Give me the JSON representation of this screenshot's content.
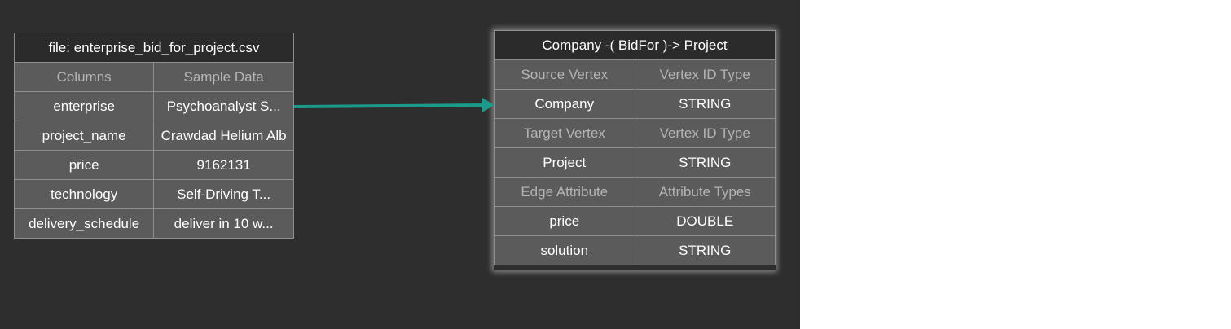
{
  "file_table": {
    "title": "file: enterprise_bid_for_project.csv",
    "headers": [
      "Columns",
      "Sample Data"
    ],
    "rows": [
      [
        "enterprise",
        "Psychoanalyst S..."
      ],
      [
        "project_name",
        "Crawdad Helium Alb"
      ],
      [
        "price",
        "9162131"
      ],
      [
        "technology",
        "Self-Driving T..."
      ],
      [
        "delivery_schedule",
        "deliver in 10 w..."
      ]
    ]
  },
  "mapping_table": {
    "title": "Company -( BidFor )-> Project",
    "source_header": [
      "Source Vertex",
      "Vertex ID Type"
    ],
    "source_row": [
      "Company",
      "STRING"
    ],
    "target_header": [
      "Target Vertex",
      "Vertex ID Type"
    ],
    "target_row": [
      "Project",
      "STRING"
    ],
    "attr_header": [
      "Edge Attribute",
      "Attribute Types"
    ],
    "attr_rows": [
      [
        "price",
        "DOUBLE"
      ],
      [
        "solution",
        "STRING"
      ]
    ]
  },
  "colors": {
    "canvas": "#2e2e2e",
    "cell": "#5b5b5b",
    "header_cell": "#2b2b2b",
    "border": "#8f8f8f",
    "muted_text": "#b4b4b4",
    "connector": "#1a9a8a"
  }
}
